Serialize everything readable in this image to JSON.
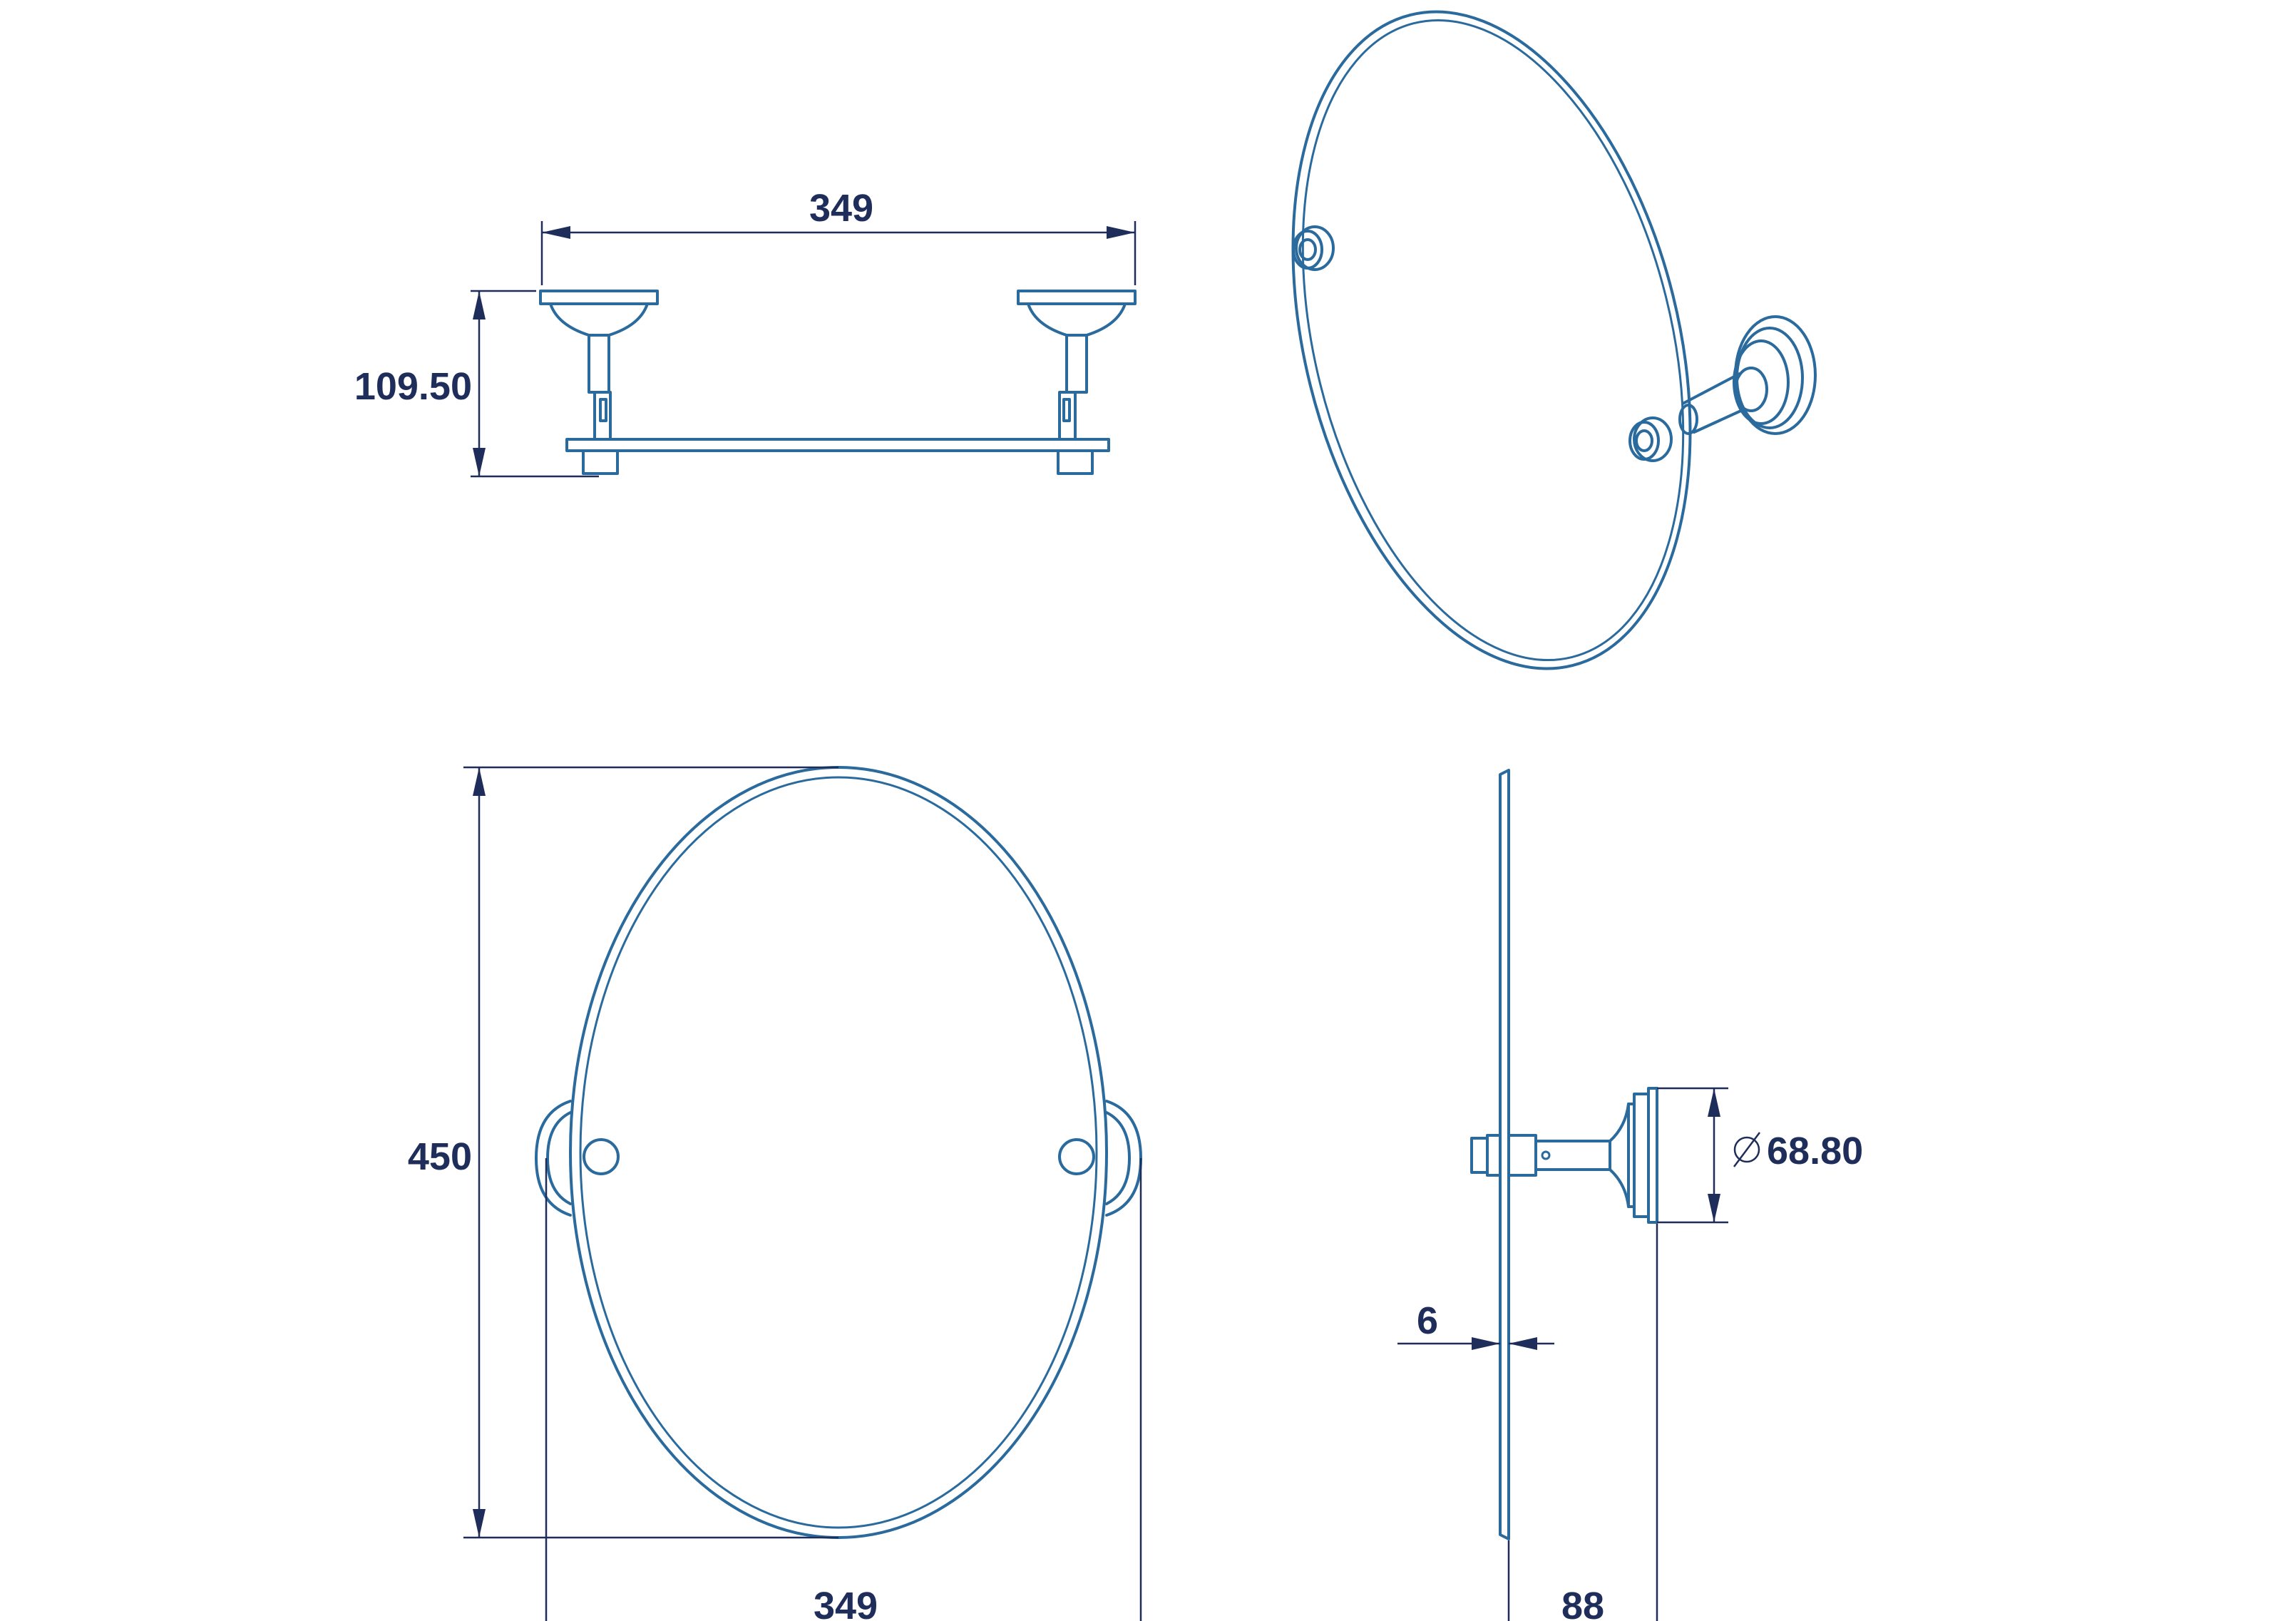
{
  "dimensions": {
    "top_width": "349",
    "top_height": "109.50",
    "front_height": "450",
    "front_width": "349",
    "bracket_diameter": "68.80",
    "glass_thickness": "6",
    "projection": "88"
  },
  "colors": {
    "part_line": "#2b6a9c",
    "dimension_line": "#1f2d5a",
    "background": "#ffffff"
  }
}
